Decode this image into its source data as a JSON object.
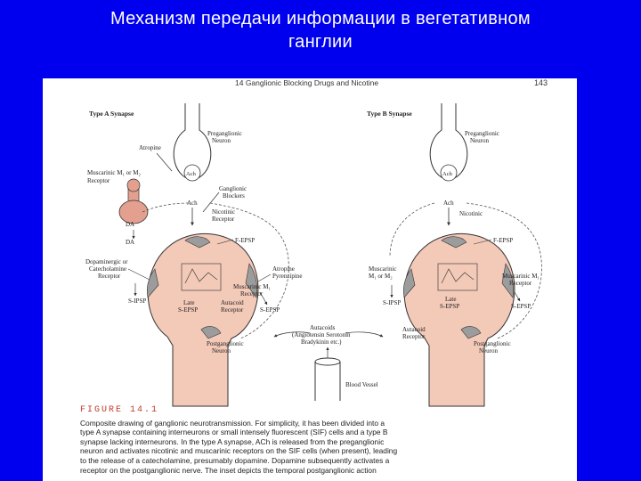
{
  "slide": {
    "title_line1": "Механизм передачи информации в вегетативном",
    "title_line2": "ганглии"
  },
  "page_header": {
    "chapter": "14 Ganglionic Blocking Drugs and Nicotine",
    "page_number": "143"
  },
  "diagram": {
    "left": {
      "synapse_title": "Type A Synapse",
      "preganglionic_neuron": [
        "Preganglionic",
        "Neuron"
      ],
      "atropine": "Atropine",
      "ach_vesicle": "Ach",
      "muscarinic_receptor": [
        "Muscarinic M₁ or M₂",
        "Receptor"
      ],
      "ganglionic_blockers": [
        "Ganglionic",
        "Blockers"
      ],
      "ach_release": "Ach",
      "nicotinic_receptor": [
        "Nicotinic",
        "Receptor"
      ],
      "da_cell": "DA",
      "da_release": "DA",
      "f_epsp": "F-EPSP",
      "dopaminergic_receptor": [
        "Dopaminergic or",
        "Catecholamine",
        "Receptor"
      ],
      "atropine_pyrenzipine": [
        "Atropine",
        "Pyrenzipine"
      ],
      "muscarinic_m1_receptor": [
        "Muscarinic M₁",
        "Receptor"
      ],
      "s_ipsp": "S-IPSP",
      "late_s_epsp": [
        "Late",
        "S-EPSP"
      ],
      "autacoid_receptor": [
        "Autacoid",
        "Receptor"
      ],
      "s_epsp": "S-EPSP",
      "postganglionic_neuron": [
        "Postganglionic",
        "Neuron"
      ]
    },
    "right": {
      "synapse_title": "Type B Synapse",
      "preganglionic_neuron": [
        "Preganglionic",
        "Neuron"
      ],
      "ach_vesicle": "Ach",
      "ach_release": "Ach",
      "nicotinic": "Nicotinic",
      "f_epsp": "F-EPSP",
      "muscarinic_m1_m2": [
        "Muscarinic",
        "M₁ or M₂"
      ],
      "muscarinic_m1_receptor": [
        "Muscarinic M₁",
        "Receptor"
      ],
      "s_ipsp": "S-IPSP",
      "late_s_epsp": [
        "Late",
        "S-EPSP"
      ],
      "s_epsp": "S-EPSP",
      "autacoid_receptor": [
        "Autacoid",
        "Receptor"
      ],
      "postganglionic_neuron": [
        "Postganglionic",
        "Neuron"
      ]
    },
    "center": {
      "autacoids": [
        "Autacoids",
        "(Angiotensin Serotonin",
        "Bradykinin etc.)"
      ],
      "blood_vessel": "Blood Vessel"
    }
  },
  "figure": {
    "label": "FIGURE",
    "number": "14.1",
    "caption_lines": [
      "Composite drawing of ganglionic neurotransmission. For simplicity, it has been divided into a",
      "type A synapse containing interneurons or small intensely fluorescent (SIF) cells and a type B",
      "synapse lacking interneurons. In the type A synapse, ACh is released from the preganglionic",
      "neuron and activates nicotinic and muscarinic receptors on the SIF cells (when present), leading",
      "to the release of a catecholamine, presumably dopamine. Dopamine subsequently activates a",
      "receptor on the postganglionic nerve. The inset depicts the temporal postganglionic action"
    ]
  },
  "colors": {
    "slide_background": "#0000ee",
    "cell_fill": "#f3c9b8",
    "receptor_fill": "#9c9c9c",
    "da_cell_fill": "#e4a08e",
    "caption_title": "#c0392b"
  }
}
